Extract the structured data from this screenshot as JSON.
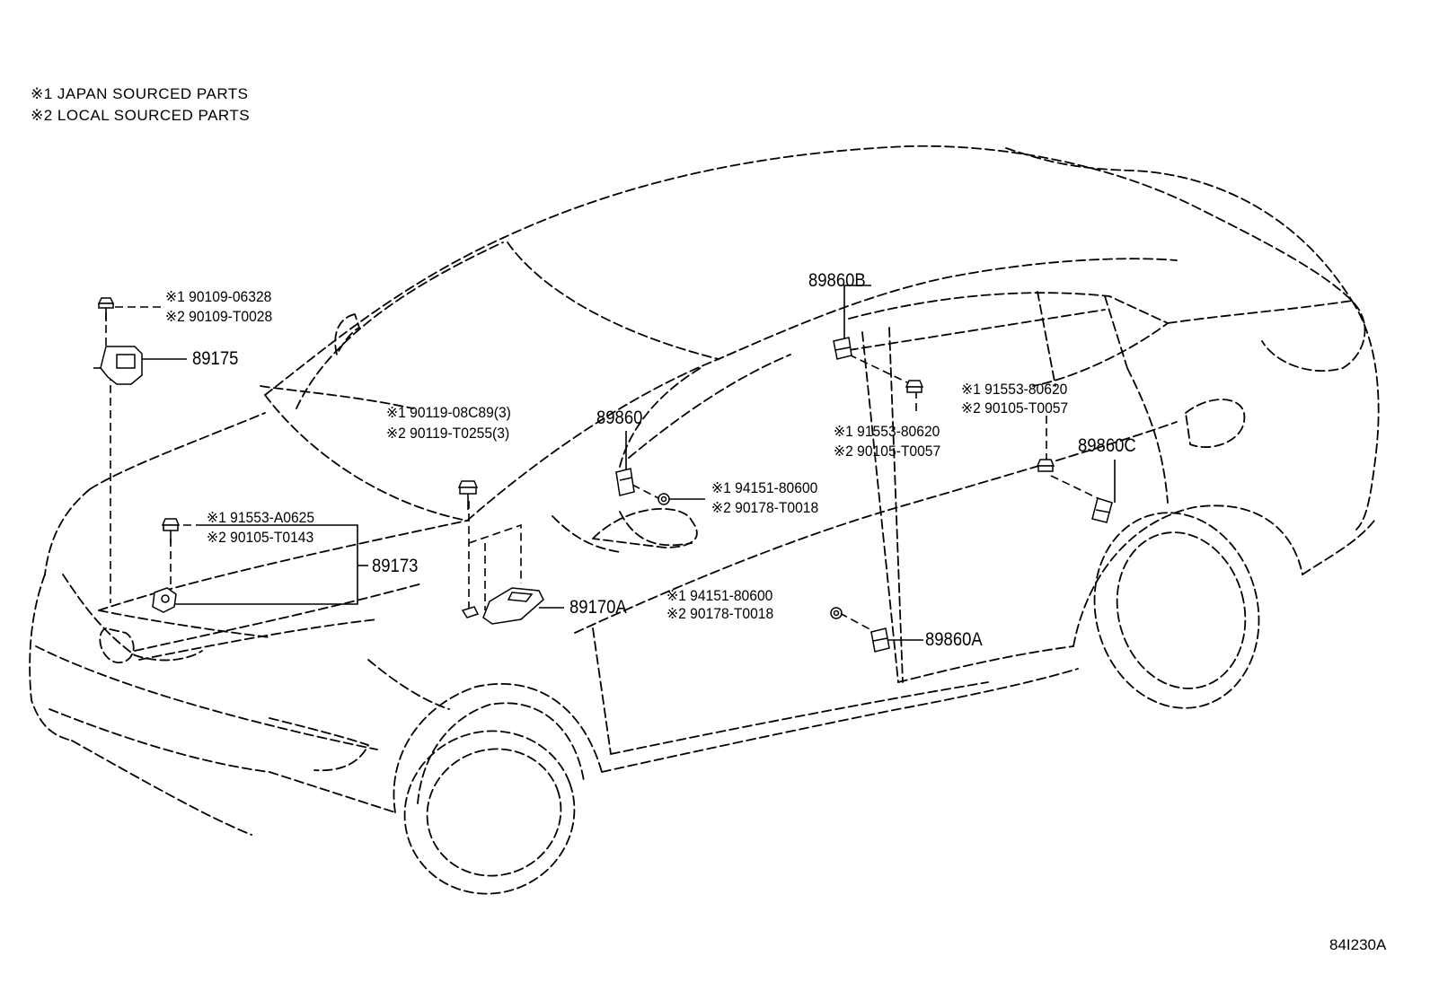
{
  "legend": {
    "line1": "※1 JAPAN SOURCED PARTS",
    "line2": "※2 LOCAL SOURCED PARTS"
  },
  "figure_code": "84I230A",
  "labels": {
    "p89175": "89175",
    "p89175_bolt_1": "※1 90109-06328",
    "p89175_bolt_2": "※2 90109-T0028",
    "p89173": "89173",
    "p89173_bolt_1": "※1 91553-A0625",
    "p89173_bolt_2": "※2 90105-T0143",
    "p89170A": "89170A",
    "p89170A_bolt_1": "※1 90119-08C89(3)",
    "p89170A_bolt_2": "※2 90119-T0255(3)",
    "p89860": "89860",
    "p89860_nut_1": "※1 94151-80600",
    "p89860_nut_2": "※2 90178-T0018",
    "p89860B": "89860B",
    "p89860B_bolt_1": "※1 91553-80620",
    "p89860B_bolt_2": "※2 90105-T0057",
    "p89860C": "89860C",
    "p89860C_bolt_1": "※1 91553-80620",
    "p89860C_bolt_2": "※2 90105-T0057",
    "p89860A": "89860A",
    "p89860A_nut_1": "※1 94151-80600",
    "p89860A_nut_2": "※2 90178-T0018"
  }
}
